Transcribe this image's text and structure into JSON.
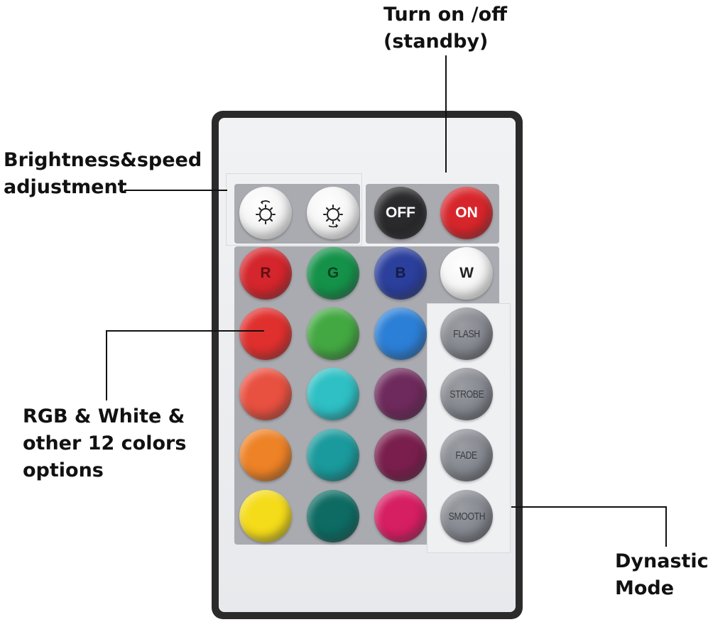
{
  "annotations": {
    "power": [
      "Turn on /off",
      "(standby)"
    ],
    "brightness": [
      "Brightness&speed",
      "adjustment"
    ],
    "colors": [
      "RGB & White &",
      "other 12 colors",
      "options"
    ],
    "mode": [
      "Dynastic",
      "Mode"
    ]
  },
  "remote": {
    "top_row": [
      {
        "label": "",
        "icon": "brightness-up-icon",
        "color": "#ffffff"
      },
      {
        "label": "",
        "icon": "brightness-down-icon",
        "color": "#ffffff"
      },
      {
        "label": "OFF",
        "color": "#2a2a2c",
        "text_color": "#ffffff"
      },
      {
        "label": "ON",
        "color": "#d7262b",
        "text_color": "#ffffff"
      }
    ],
    "primary_row": [
      {
        "label": "R",
        "color": "#d4262c"
      },
      {
        "label": "G",
        "color": "#15924a"
      },
      {
        "label": "B",
        "color": "#2b3f9c"
      },
      {
        "label": "W",
        "color": "#ffffff"
      }
    ],
    "color_grid": [
      [
        "#e0302e",
        "#43a842",
        "#2c7fd6"
      ],
      [
        "#e8503f",
        "#2ec0c4",
        "#6e2a5c"
      ],
      [
        "#ee8226",
        "#1a9a9c",
        "#7a1f4d"
      ],
      [
        "#f5dc1a",
        "#0d6b63",
        "#d61e63"
      ]
    ],
    "modes": [
      {
        "label": "FLASH"
      },
      {
        "label": "STROBE"
      },
      {
        "label": "FADE"
      },
      {
        "label": "SMOOTH"
      }
    ]
  }
}
